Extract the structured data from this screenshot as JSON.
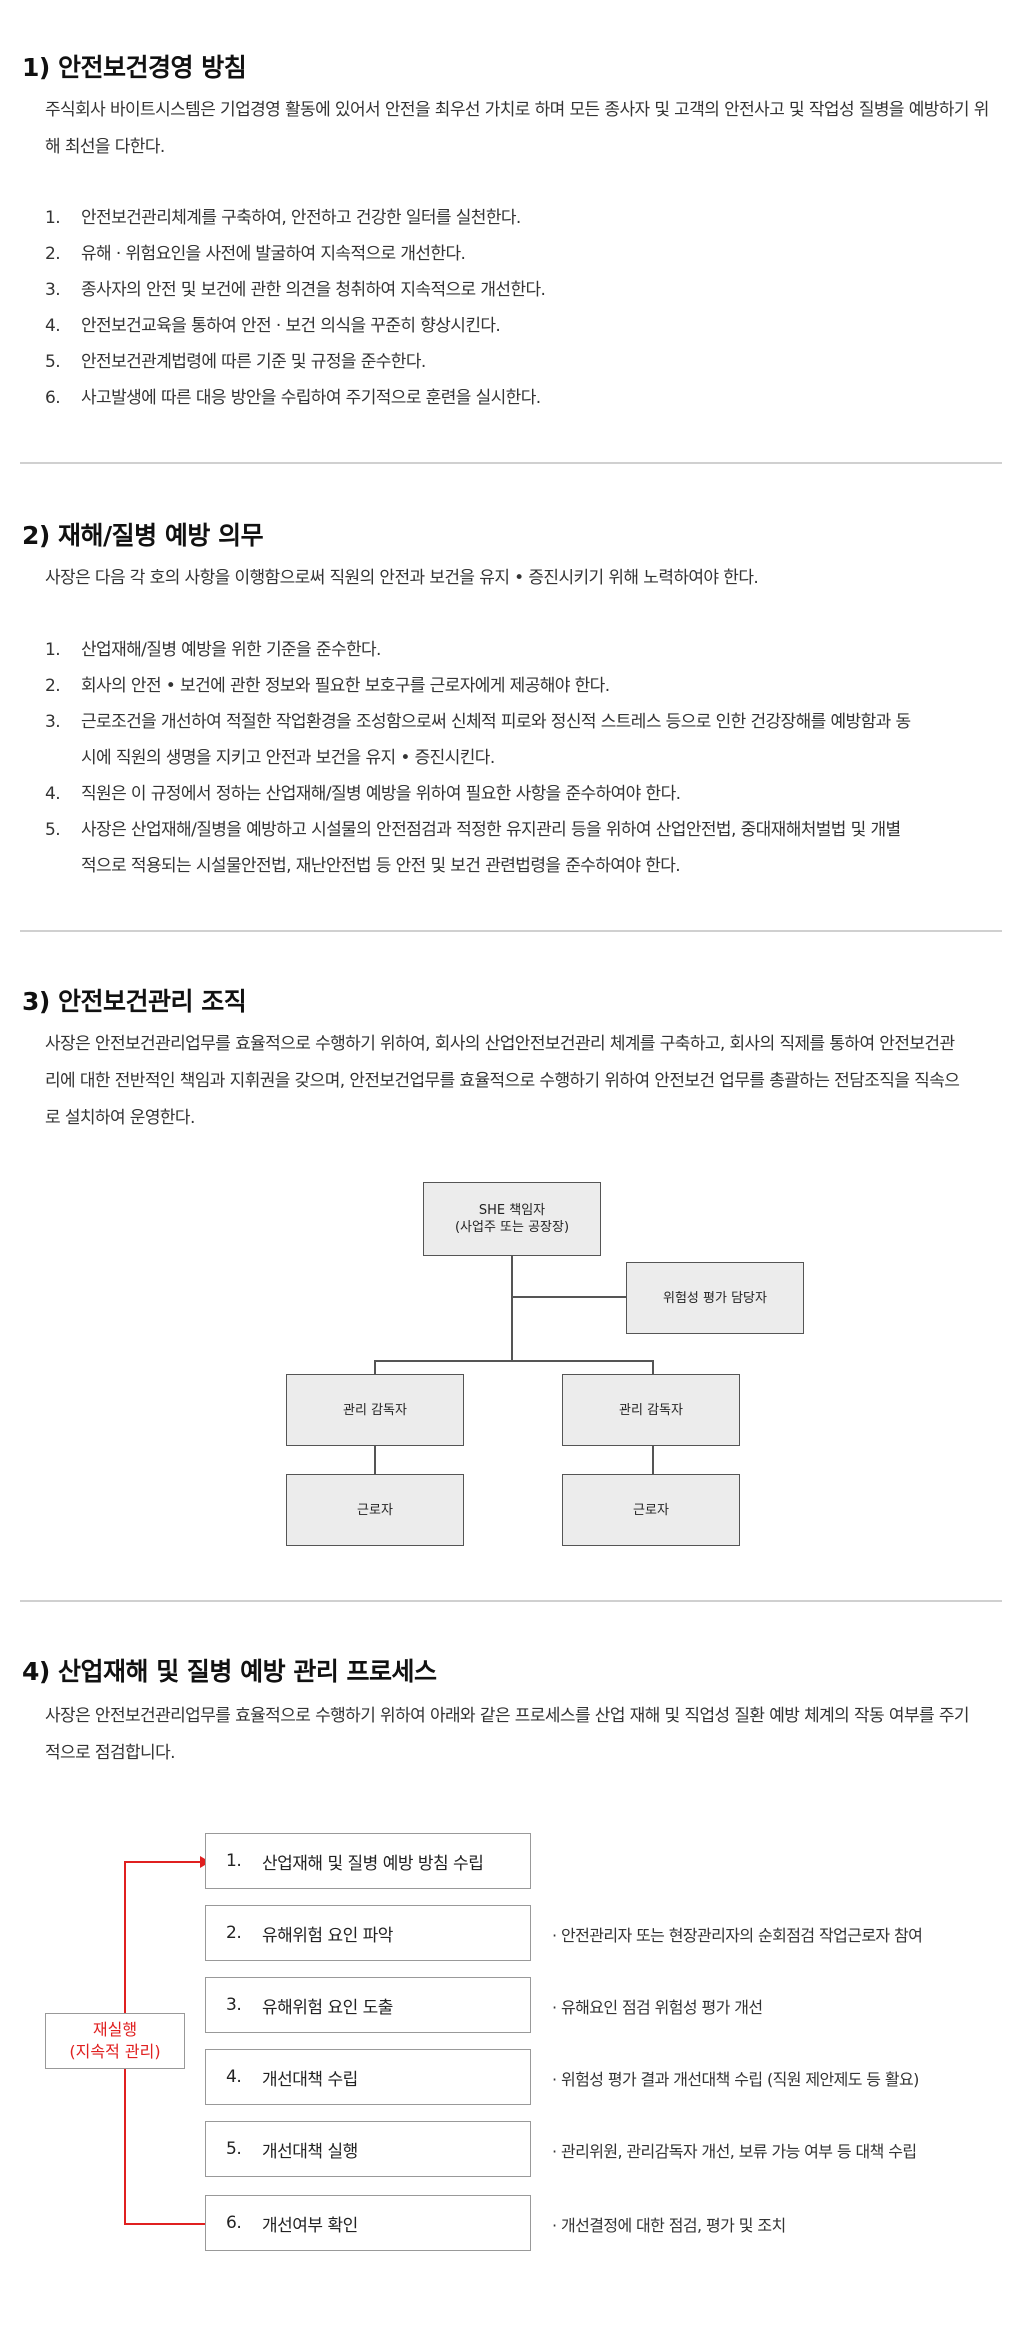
{
  "sections": [
    {
      "title": "1) 안전보건경영 방침",
      "intro": "주식회사 바이트시스템은 기업경영 활동에 있어서 안전을 최우선 가치로 하며 모든 종사자 및 고객의 안전사고 및 작업성 질병을 예방하기 위해 최선을 다한다.",
      "items": [
        {
          "num": "1.",
          "text": "안전보건관리체계를 구축하여, 안전하고 건강한 일터를 실천한다."
        },
        {
          "num": "2.",
          "text": "유해 · 위험요인을 사전에 발굴하여 지속적으로 개선한다."
        },
        {
          "num": "3.",
          "text": "종사자의 안전 및 보건에 관한 의견을 청취하여 지속적으로 개선한다."
        },
        {
          "num": "4.",
          "text": "안전보건교육을 통하여 안전 · 보건 의식을 꾸준히 향상시킨다."
        },
        {
          "num": "5.",
          "text": "안전보건관계법령에 따른 기준 및 규정을 준수한다."
        },
        {
          "num": "6.",
          "text": "사고발생에 따른 대응 방안을 수립하여 주기적으로 훈련을 실시한다."
        }
      ]
    },
    {
      "title": "2) 재해/질병 예방 의무",
      "intro": "사장은 다음 각 호의 사항을 이행함으로써 직원의 안전과 보건을 유지 • 증진시키기 위해 노력하여야 한다.",
      "items": [
        {
          "num": "1.",
          "text": "산업재해/질병 예방을 위한 기준을 준수한다."
        },
        {
          "num": "2.",
          "text": "회사의 안전 • 보건에 관한 정보와 필요한 보호구를 근로자에게 제공해야 한다."
        },
        {
          "num": "3.",
          "text": "근로조건을 개선하여 적절한 작업환경을 조성함으로써 신체적 피로와 정신적 스트레스 등으로 인한 건강장해를 예방함과 동시에 직원의 생명을 지키고 안전과 보건을 유지 • 증진시킨다."
        },
        {
          "num": "4.",
          "text": "직원은 이 규정에서 정하는 산업재해/질병 예방을 위하여 필요한 사항을 준수하여야 한다."
        },
        {
          "num": "5.",
          "text": "사장은 산업재해/질병을 예방하고 시설물의 안전점검과 적정한 유지관리 등을 위하여 산업안전법, 중대재해처벌법 및 개별적으로 적용되는 시설물안전법, 재난안전법 등 안전 및 보건 관련법령을 준수하여야 한다."
        }
      ]
    },
    {
      "title": "3) 안전보건관리 조직",
      "intro": "사장은 안전보건관리업무를 효율적으로 수행하기 위하여, 회사의 산업안전보건관리 체계를 구축하고, 회사의 직제를 통하여 안전보건관리에 대한 전반적인 책임과 지휘권을 갖으며, 안전보건업무를 효율적으로 수행하기 위하여 안전보건 업무를 총괄하는 전담조직을 직속으로 설치하여 운영한다."
    },
    {
      "title": "4) 산업재해 및 질병 예방 관리 프로세스",
      "intro": "사장은 안전보건관리업무를 효율적으로 수행하기 위하여 아래와 같은 프로세스를 산업 재해 및 직업성 질환 예방 체계의 작동 여부를 주기적으로 점검합니다."
    }
  ],
  "org_chart": {
    "top_line1": "SHE 책임자",
    "top_line2": "(사업주 또는 공장장)",
    "risk": "위험성 평가 담당자",
    "supervisor_left": "관리 감독자",
    "supervisor_right": "관리 감독자",
    "worker_left": "근로자",
    "worker_right": "근로자"
  },
  "process": {
    "redo_line1": "재실행",
    "redo_line2": "(지속적 관리)",
    "accent_color": "#e02020",
    "steps": [
      {
        "num": "1.",
        "label": "산업재해 및 질병 예방 방침 수립",
        "desc": ""
      },
      {
        "num": "2.",
        "label": "유해위험 요인 파악",
        "desc": "· 안전관리자 또는 현장관리자의 순회점검 작업근로자 참여"
      },
      {
        "num": "3.",
        "label": "유해위험 요인 도출",
        "desc": "· 유해요인 점검 위험성 평가 개선"
      },
      {
        "num": "4.",
        "label": "개선대책 수립",
        "desc": "· 위험성 평가 결과 개선대책 수립 (직원 제안제도 등 활요)"
      },
      {
        "num": "5.",
        "label": "개선대책 실행",
        "desc": "· 관리위원, 관리감독자 개선, 보류 가능 여부 등 대책 수립"
      },
      {
        "num": "6.",
        "label": "개선여부 확인",
        "desc": "· 개선결정에 대한 점검, 평가 및 조치"
      }
    ]
  }
}
